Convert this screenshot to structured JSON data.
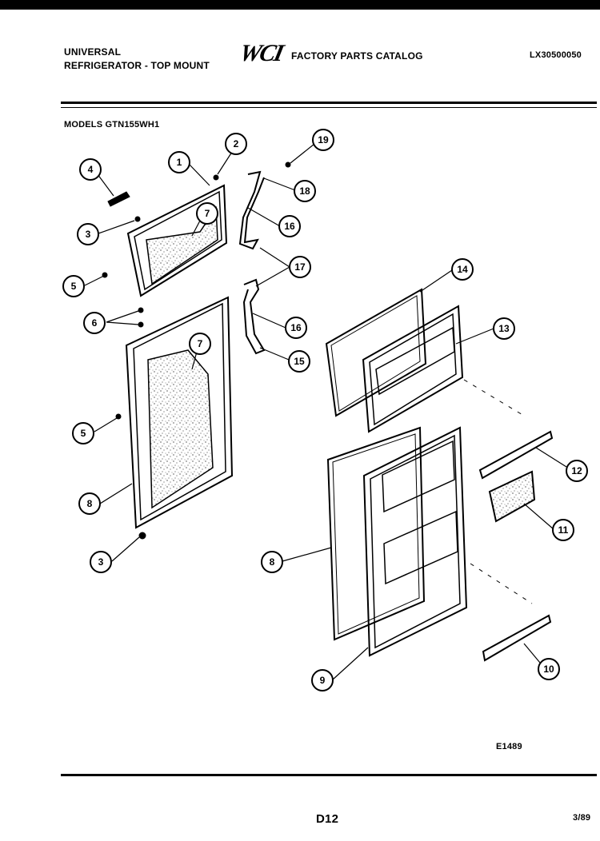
{
  "header": {
    "brand": "UNIVERSAL",
    "subtitle": "REFRIGERATOR - TOP MOUNT",
    "logo_text": "WCI",
    "catalog": "FACTORY PARTS CATALOG",
    "catalog_code": "LX30500050"
  },
  "models": "MODELS GTN155WH1",
  "callouts": [
    {
      "id": "c1",
      "label": "1"
    },
    {
      "id": "c2",
      "label": "2"
    },
    {
      "id": "c19",
      "label": "19"
    },
    {
      "id": "c4",
      "label": "4"
    },
    {
      "id": "c18",
      "label": "18"
    },
    {
      "id": "c7a",
      "label": "7"
    },
    {
      "id": "c3a",
      "label": "3"
    },
    {
      "id": "c16a",
      "label": "16"
    },
    {
      "id": "c17",
      "label": "17"
    },
    {
      "id": "c5a",
      "label": "5"
    },
    {
      "id": "c6",
      "label": "6"
    },
    {
      "id": "c14",
      "label": "14"
    },
    {
      "id": "c7b",
      "label": "7"
    },
    {
      "id": "c16b",
      "label": "16"
    },
    {
      "id": "c13",
      "label": "13"
    },
    {
      "id": "c15",
      "label": "15"
    },
    {
      "id": "c5b",
      "label": "5"
    },
    {
      "id": "c12",
      "label": "12"
    },
    {
      "id": "c8a",
      "label": "8"
    },
    {
      "id": "c11",
      "label": "11"
    },
    {
      "id": "c8b",
      "label": "8"
    },
    {
      "id": "c3b",
      "label": "3"
    },
    {
      "id": "c10",
      "label": "10"
    },
    {
      "id": "c9",
      "label": "9"
    }
  ],
  "drawing_code": "E1489",
  "page_number": "D12",
  "date": "3/89"
}
